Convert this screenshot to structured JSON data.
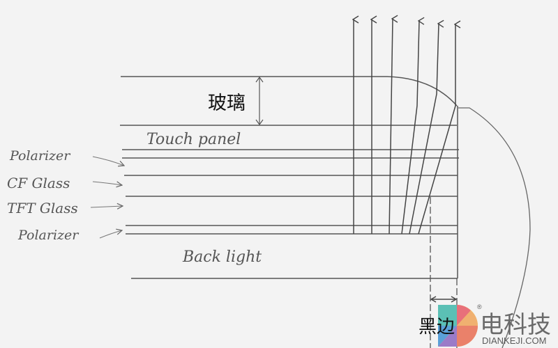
{
  "diagram": {
    "title_label": "玻璃",
    "layers": {
      "touch_panel": "Touch panel",
      "polarizer_top": "Polarizer",
      "cf_glass": "CF Glass",
      "tft_glass": "TFT Glass",
      "polarizer_bottom": "Polarizer",
      "backlight": "Back light"
    },
    "bezel_label": "黑边"
  },
  "watermark": {
    "brand_cn": "电科技",
    "brand_en": "DIANKEJI.COM",
    "registered": "®",
    "colors": [
      "#5bc0b5",
      "#e8707a",
      "#f0b070",
      "#f5e070",
      "#9b7bc8",
      "#5aa0d8"
    ]
  }
}
